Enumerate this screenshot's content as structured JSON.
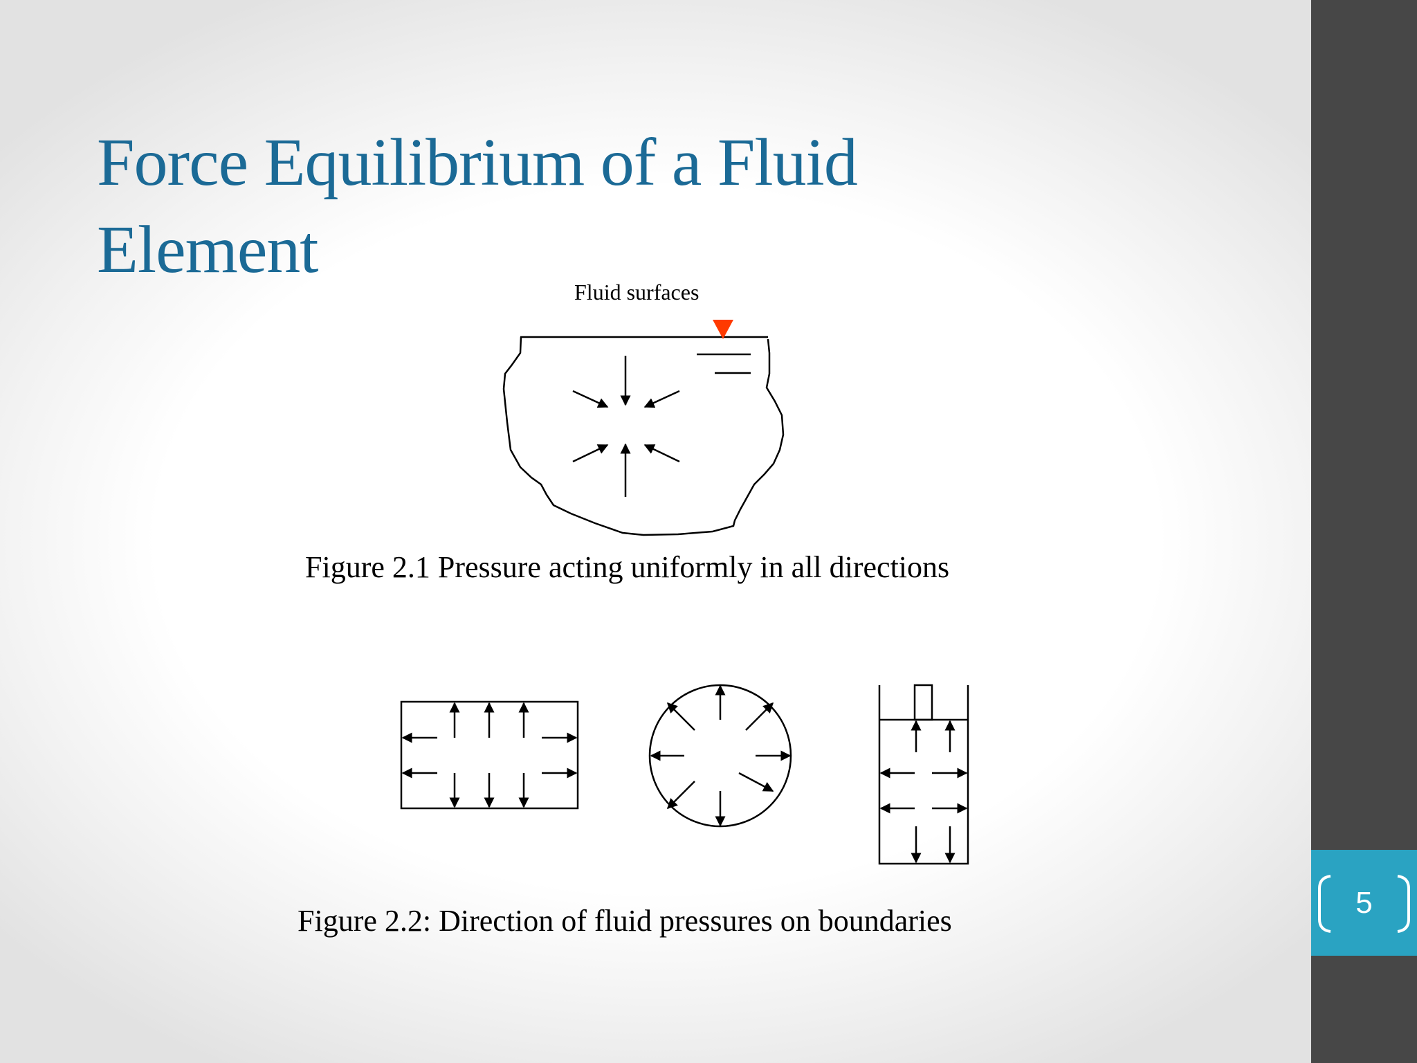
{
  "slide": {
    "title_line1": "Force Equilibrium of a Fluid",
    "title_line2": "Element",
    "page_number": "5"
  },
  "figure_1": {
    "surface_label": "Fluid surfaces",
    "caption": "Figure 2.1 Pressure acting uniformly in all directions",
    "surface_marker_color": "#ff3a00"
  },
  "figure_2": {
    "caption": "Figure 2.2: Direction of fluid pressures on boundaries",
    "shapes": [
      "rectangle",
      "circle",
      "piston-container"
    ]
  },
  "colors": {
    "title": "#1b6a96",
    "sidebar": "#474747",
    "page_box": "#2aa3c2"
  }
}
